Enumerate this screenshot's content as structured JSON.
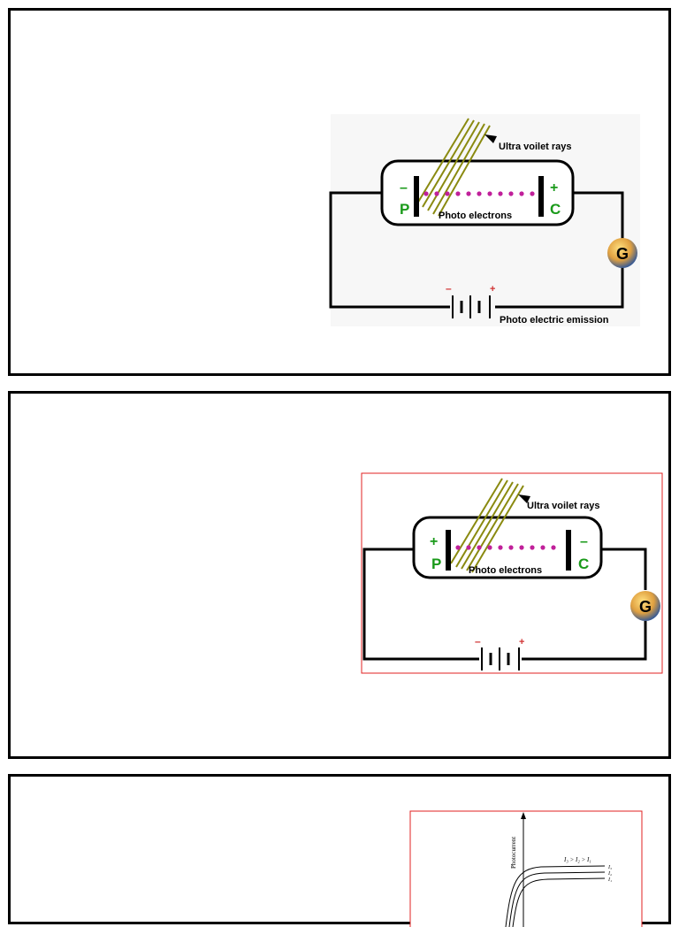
{
  "slides": [
    {
      "circuit": {
        "rays_label": "Ultra voilet rays",
        "electrons_label": "Photo electrons",
        "plate_p": "P",
        "plate_c": "C",
        "p_sign": "–",
        "c_sign": "+",
        "galvanometer": "G",
        "battery_neg": "–",
        "battery_pos": "+",
        "caption": "Photo electric emission"
      }
    },
    {
      "circuit": {
        "rays_label": "Ultra voilet rays",
        "electrons_label": "Photo electrons",
        "plate_p": "P",
        "plate_c": "C",
        "p_sign": "+",
        "c_sign": "–",
        "galvanometer": "G",
        "battery_neg": "–",
        "battery_pos": "+"
      }
    },
    {
      "graph": {
        "ylabel": "Photocurrent",
        "relation": "I₃ > I₂ > I₁",
        "curves": [
          "I₃",
          "I₂",
          "I₁"
        ]
      }
    }
  ],
  "colors": {
    "plate_label": "#1a9a1a",
    "electron": "#c0209a",
    "ray": "#8a8a10",
    "battery_sign": "#d03030",
    "frame": "#e02020"
  }
}
